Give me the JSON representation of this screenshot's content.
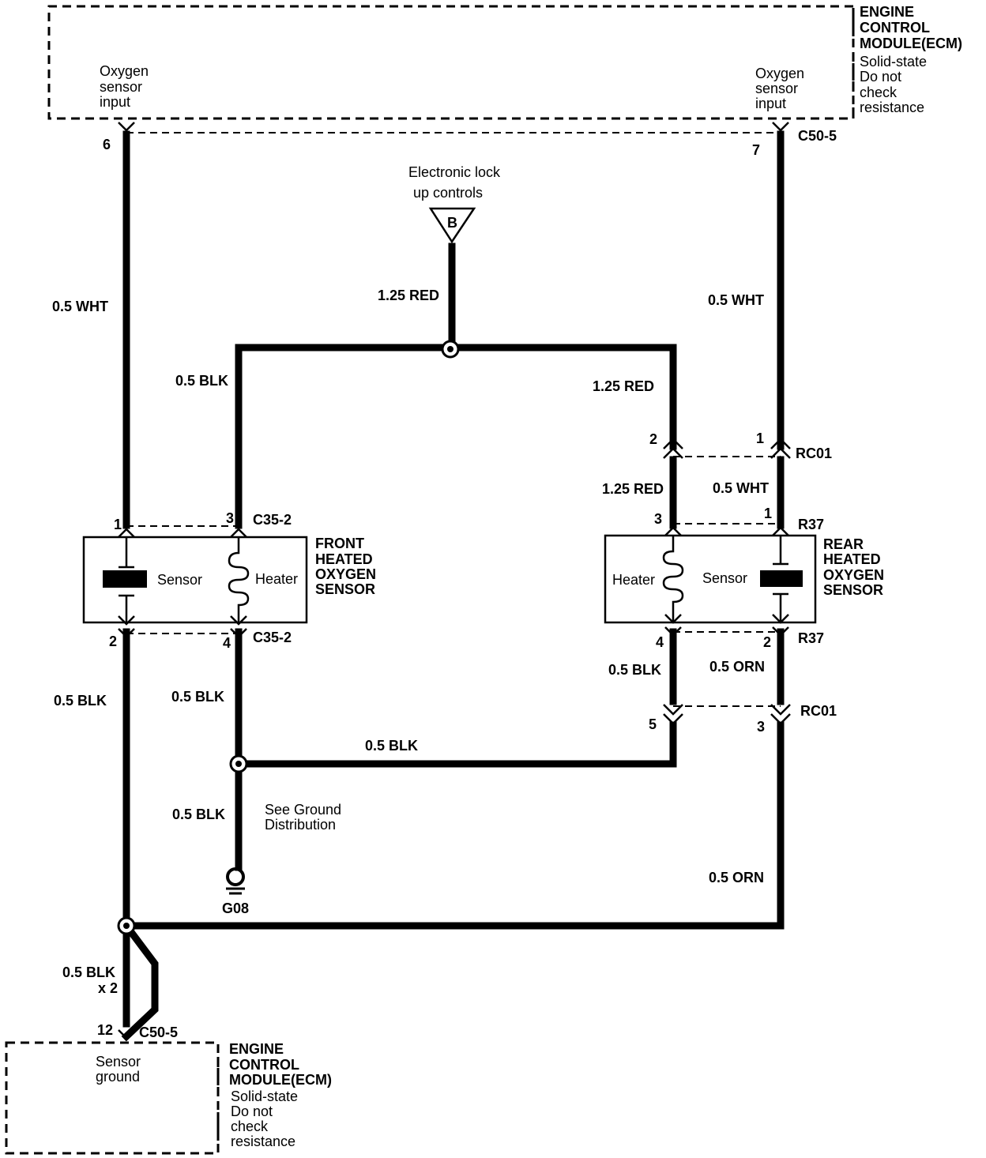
{
  "ecm_top": {
    "title_lines": [
      "ENGINE",
      "CONTROL",
      "MODULE(ECM)"
    ],
    "note_lines": [
      "Solid-state",
      "Do not",
      "check",
      "resistance"
    ],
    "left_input_lines": [
      "Oxygen",
      "sensor",
      "input"
    ],
    "right_input_lines": [
      "Oxygen",
      "sensor",
      "input"
    ],
    "left_pin": "6",
    "right_pin": "7",
    "connector": "C50-5"
  },
  "ecm_bottom": {
    "title_lines": [
      "ENGINE",
      "CONTROL",
      "MODULE(ECM)"
    ],
    "note_lines": [
      "Solid-state",
      "Do not",
      "check",
      "resistance"
    ],
    "terminal_lines": [
      "Sensor",
      "ground"
    ],
    "pin": "12",
    "connector": "C50-5"
  },
  "power_source": {
    "label_lines": [
      "Electronic lock",
      "up controls"
    ],
    "symbol": "B"
  },
  "front_sensor": {
    "title_lines": [
      "FRONT",
      "HEATED",
      "OXYGEN",
      "SENSOR"
    ],
    "sensor_label": "Sensor",
    "heater_label": "Heater",
    "connector_top": "C35-2",
    "connector_bottom": "C35-2",
    "pins": {
      "top_left": "1",
      "top_right": "3",
      "bottom_left": "2",
      "bottom_right": "4"
    }
  },
  "rear_sensor": {
    "title_lines": [
      "REAR",
      "HEATED",
      "OXYGEN",
      "SENSOR"
    ],
    "sensor_label": "Sensor",
    "heater_label": "Heater",
    "connector_top": "R37",
    "connector_bottom": "R37",
    "pins": {
      "top_left": "3",
      "top_right": "1",
      "bottom_left": "4",
      "bottom_right": "2"
    }
  },
  "rc01_top": {
    "connector": "RC01",
    "pin_left": "2",
    "pin_right": "1"
  },
  "rc01_bottom": {
    "connector": "RC01",
    "pin_left": "5",
    "pin_right": "3"
  },
  "wires": {
    "w1": "0.5 WHT",
    "w2": "1.25 RED",
    "w3": "0.5 WHT",
    "w4": "0.5 BLK",
    "w5": "1.25 RED",
    "w6": "1.25 RED",
    "w7": "0.5 WHT",
    "w8": "0.5 BLK",
    "w9": "0.5 BLK",
    "w10": "0.5 ORN",
    "w11": "0.5 BLK",
    "w12": "0.5 BLK",
    "w13": "0.5 ORN",
    "w14": "0.5 BLK"
  },
  "twisted_multiplier": "x 2",
  "ground": {
    "id": "G08",
    "note_lines": [
      "See Ground",
      "Distribution"
    ]
  }
}
